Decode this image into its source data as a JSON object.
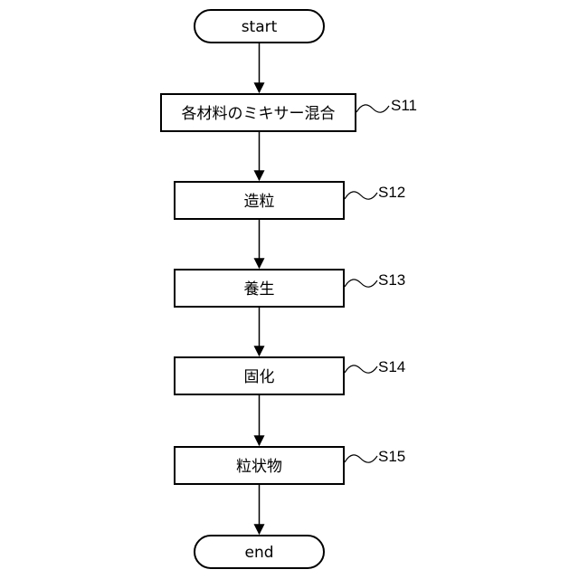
{
  "flowchart": {
    "start": {
      "label": "start"
    },
    "steps": [
      {
        "text": "各材料のミキサー混合",
        "label": "S11"
      },
      {
        "text": "造粒",
        "label": "S12"
      },
      {
        "text": "養生",
        "label": "S13"
      },
      {
        "text": "固化",
        "label": "S14"
      },
      {
        "text": "粒状物",
        "label": "S15"
      }
    ],
    "end": {
      "label": "end"
    }
  }
}
